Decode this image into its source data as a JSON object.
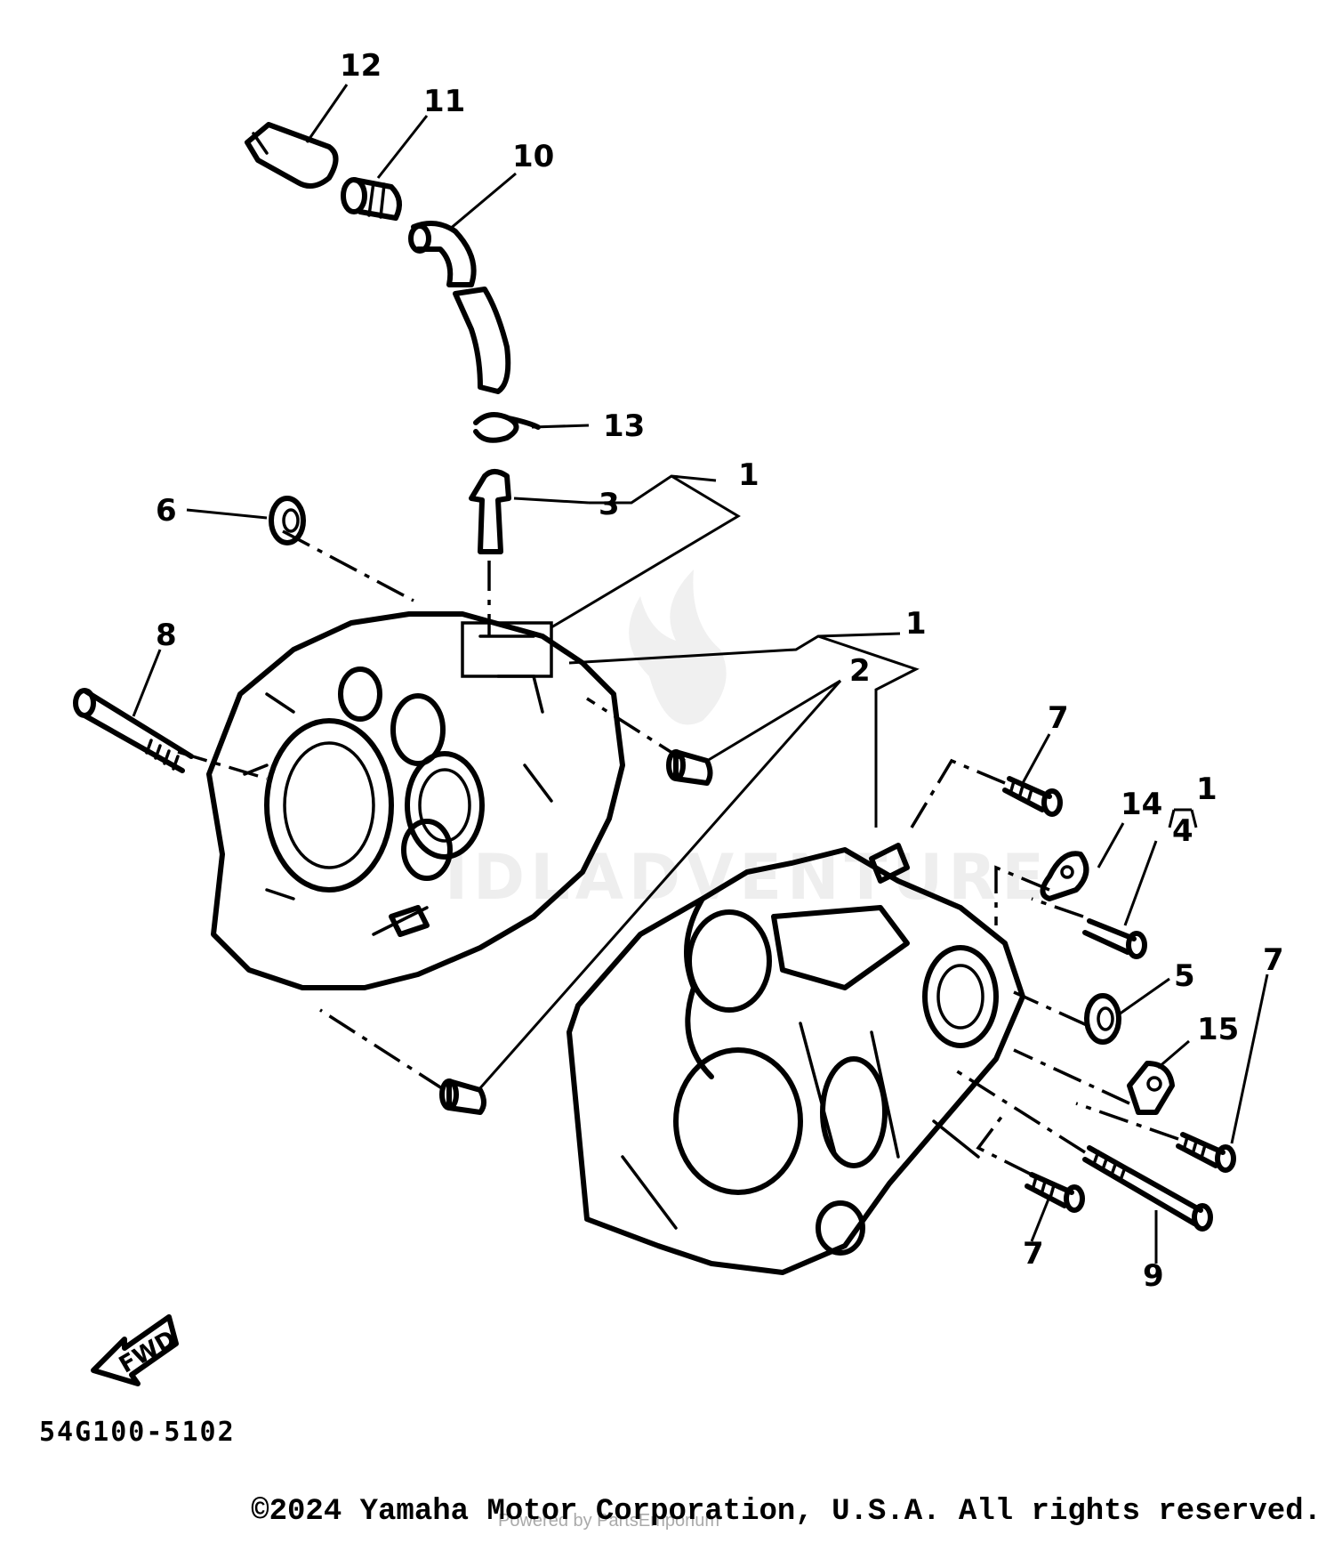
{
  "diagram": {
    "code": "54G100-5102",
    "copyright": "©2024 Yamaha Motor Corporation, U.S.A. All rights reserved.",
    "fwd_label": "FWD",
    "watermark": "Powered by PartsEmporium"
  },
  "callouts": [
    "12",
    "11",
    "10",
    "13",
    "3",
    "1",
    "6",
    "8",
    "1",
    "2",
    "7",
    "14",
    "1",
    "4",
    "5",
    "15",
    "7",
    "7",
    "9"
  ]
}
